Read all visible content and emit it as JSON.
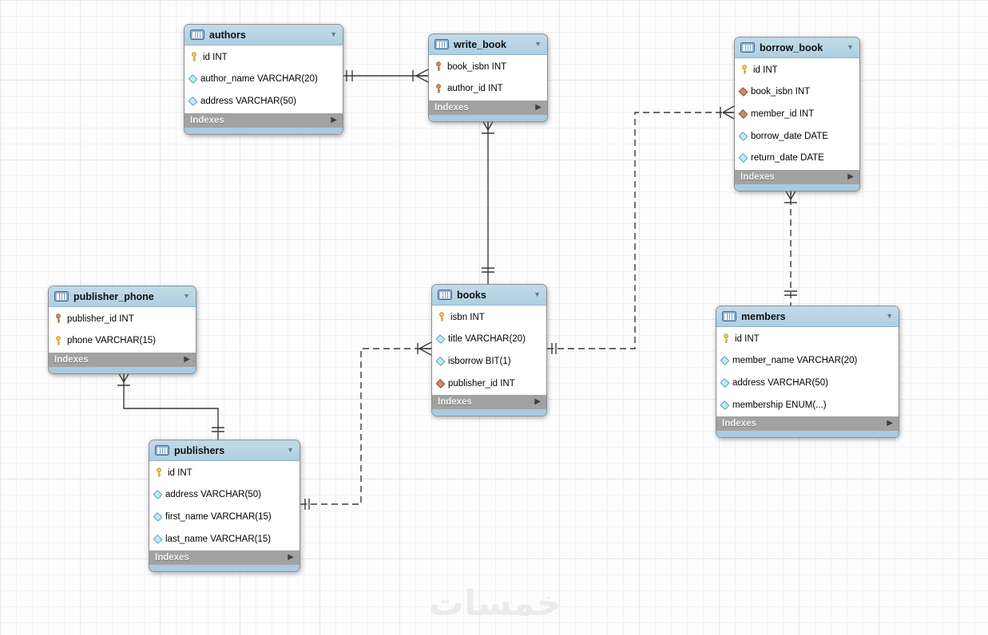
{
  "watermark": "خمسات",
  "icons": {
    "collapse": "▼",
    "expand": "▶"
  },
  "colors": {
    "table_header": "#b5d3e4",
    "table_bottom_strip": "#a9cbdf",
    "indexes_bar": "#a2a2a2",
    "primary_key": "#f7d14a",
    "primary_foreign_key": "#dd9168",
    "foreign_key_diamond": "#cf8b62",
    "column_diamond": "#bfe9f7",
    "connector": "#3a3a3a"
  },
  "tables": [
    {
      "name": "authors",
      "footer_label": "Indexes",
      "columns": [
        {
          "icon": "primary-key-icon",
          "text": "id INT"
        },
        {
          "icon": "column-icon",
          "text": "author_name VARCHAR(20)"
        },
        {
          "icon": "column-icon",
          "text": "address VARCHAR(50)"
        }
      ]
    },
    {
      "name": "write_book",
      "footer_label": "Indexes",
      "columns": [
        {
          "icon": "primary-foreign-key-icon",
          "text": "book_isbn INT"
        },
        {
          "icon": "primary-foreign-key-icon",
          "text": "author_id INT"
        }
      ]
    },
    {
      "name": "borrow_book",
      "footer_label": "Indexes",
      "columns": [
        {
          "icon": "primary-key-icon",
          "text": "id INT"
        },
        {
          "icon": "foreign-key-icon",
          "text": "book_isbn INT"
        },
        {
          "icon": "foreign-key-icon",
          "text": "member_id INT"
        },
        {
          "icon": "column-icon",
          "text": "borrow_date DATE"
        },
        {
          "icon": "column-icon",
          "text": "return_date DATE"
        }
      ]
    },
    {
      "name": "publisher_phone",
      "footer_label": "Indexes",
      "columns": [
        {
          "icon": "primary-foreign-key-icon",
          "text": "publisher_id INT"
        },
        {
          "icon": "primary-key-icon",
          "text": "phone VARCHAR(15)"
        }
      ]
    },
    {
      "name": "books",
      "footer_label": "Indexes",
      "columns": [
        {
          "icon": "primary-key-icon",
          "text": "isbn INT"
        },
        {
          "icon": "column-icon",
          "text": "title VARCHAR(20)"
        },
        {
          "icon": "column-icon",
          "text": "isborrow BIT(1)"
        },
        {
          "icon": "foreign-key-icon",
          "text": "publisher_id INT"
        }
      ]
    },
    {
      "name": "members",
      "footer_label": "Indexes",
      "columns": [
        {
          "icon": "primary-key-icon",
          "text": "id INT"
        },
        {
          "icon": "column-icon",
          "text": "member_name VARCHAR(20)"
        },
        {
          "icon": "column-icon",
          "text": "address VARCHAR(50)"
        },
        {
          "icon": "column-icon",
          "text": "membership ENUM(...)"
        }
      ]
    },
    {
      "name": "publishers",
      "footer_label": "Indexes",
      "columns": [
        {
          "icon": "primary-key-icon",
          "text": "id INT"
        },
        {
          "icon": "column-icon",
          "text": "address VARCHAR(50)"
        },
        {
          "icon": "column-icon",
          "text": "first_name VARCHAR(15)"
        },
        {
          "icon": "column-icon",
          "text": "last_name VARCHAR(15)"
        }
      ]
    }
  ],
  "relationships": [
    {
      "from": "authors",
      "to": "write_book",
      "line": "solid",
      "from_cardinality": "one",
      "to_cardinality": "many"
    },
    {
      "from": "books",
      "to": "write_book",
      "line": "solid",
      "from_cardinality": "one",
      "to_cardinality": "many"
    },
    {
      "from": "books",
      "to": "borrow_book",
      "line": "dashed",
      "from_cardinality": "one",
      "to_cardinality": "many"
    },
    {
      "from": "members",
      "to": "borrow_book",
      "line": "dashed",
      "from_cardinality": "one",
      "to_cardinality": "many"
    },
    {
      "from": "publishers",
      "to": "publisher_phone",
      "line": "solid",
      "from_cardinality": "one",
      "to_cardinality": "many"
    },
    {
      "from": "publishers",
      "to": "books",
      "line": "dashed",
      "from_cardinality": "one",
      "to_cardinality": "many"
    }
  ]
}
